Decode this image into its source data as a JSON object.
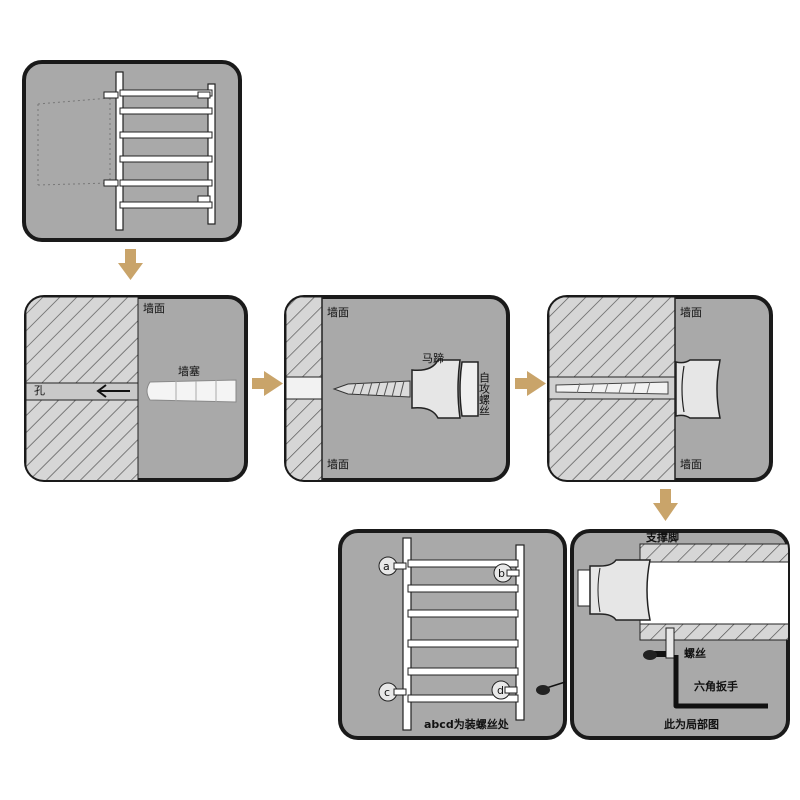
{
  "colors": {
    "panel_fill": "#a9a9a9",
    "panel_stroke": "#1a1a1a",
    "arrow": "#c9a46a",
    "wall_hatch": "#555555",
    "metal": "#ffffff"
  },
  "panel1": {
    "icon": "towel-rack-icon"
  },
  "panel2": {
    "wall_label": "墙面",
    "hole_label": "孔",
    "plug_label": "墙塞"
  },
  "panel3": {
    "wall_top_label": "墙面",
    "wall_bottom_label": "墙面",
    "bracket_label": "马蹄",
    "screw_label": "自攻螺丝"
  },
  "panel4": {
    "wall_top_label": "墙面",
    "wall_bottom_label": "墙面"
  },
  "panel5": {
    "point_a": "a",
    "point_b": "b",
    "point_c": "c",
    "point_d": "d",
    "caption": "abcd为装螺丝处"
  },
  "panel6": {
    "support_label": "支撑脚",
    "screw_label": "螺丝",
    "wrench_label": "六角扳手",
    "caption": "此为局部图"
  }
}
